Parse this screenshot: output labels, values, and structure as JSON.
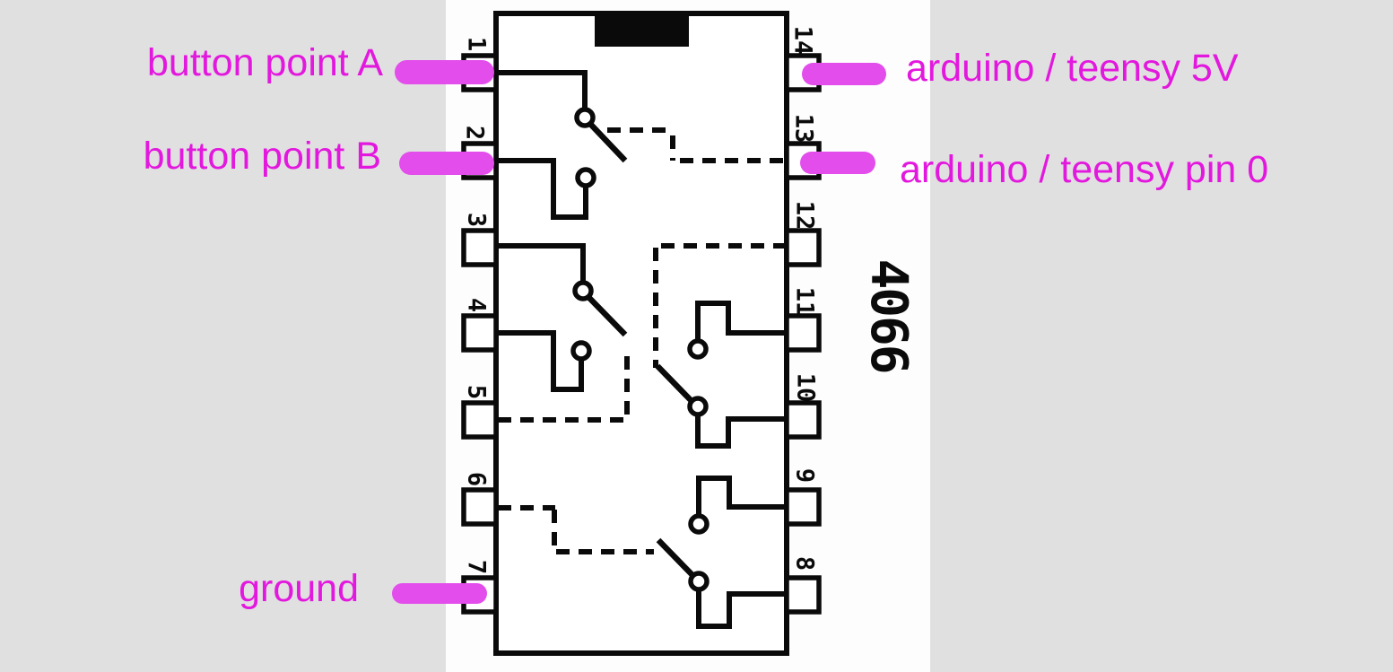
{
  "chip": {
    "part_number": "4066",
    "left_pins": [
      "1",
      "2",
      "3",
      "4",
      "5",
      "6",
      "7"
    ],
    "right_pins": [
      "14",
      "13",
      "12",
      "11",
      "10",
      "9",
      "8"
    ]
  },
  "annotations": {
    "button_point_a": "button point A",
    "button_point_b": "button point B",
    "ground": "ground",
    "supply_5v": "arduino / teensy 5V",
    "control_pin0": "arduino / teensy pin 0"
  },
  "colors": {
    "background_gray": "#e0e0e0",
    "paper_white": "#fdfdfd",
    "ink": "#0a0a0a",
    "magenta_text": "#e318de",
    "magenta_bar": "#e24deb"
  }
}
